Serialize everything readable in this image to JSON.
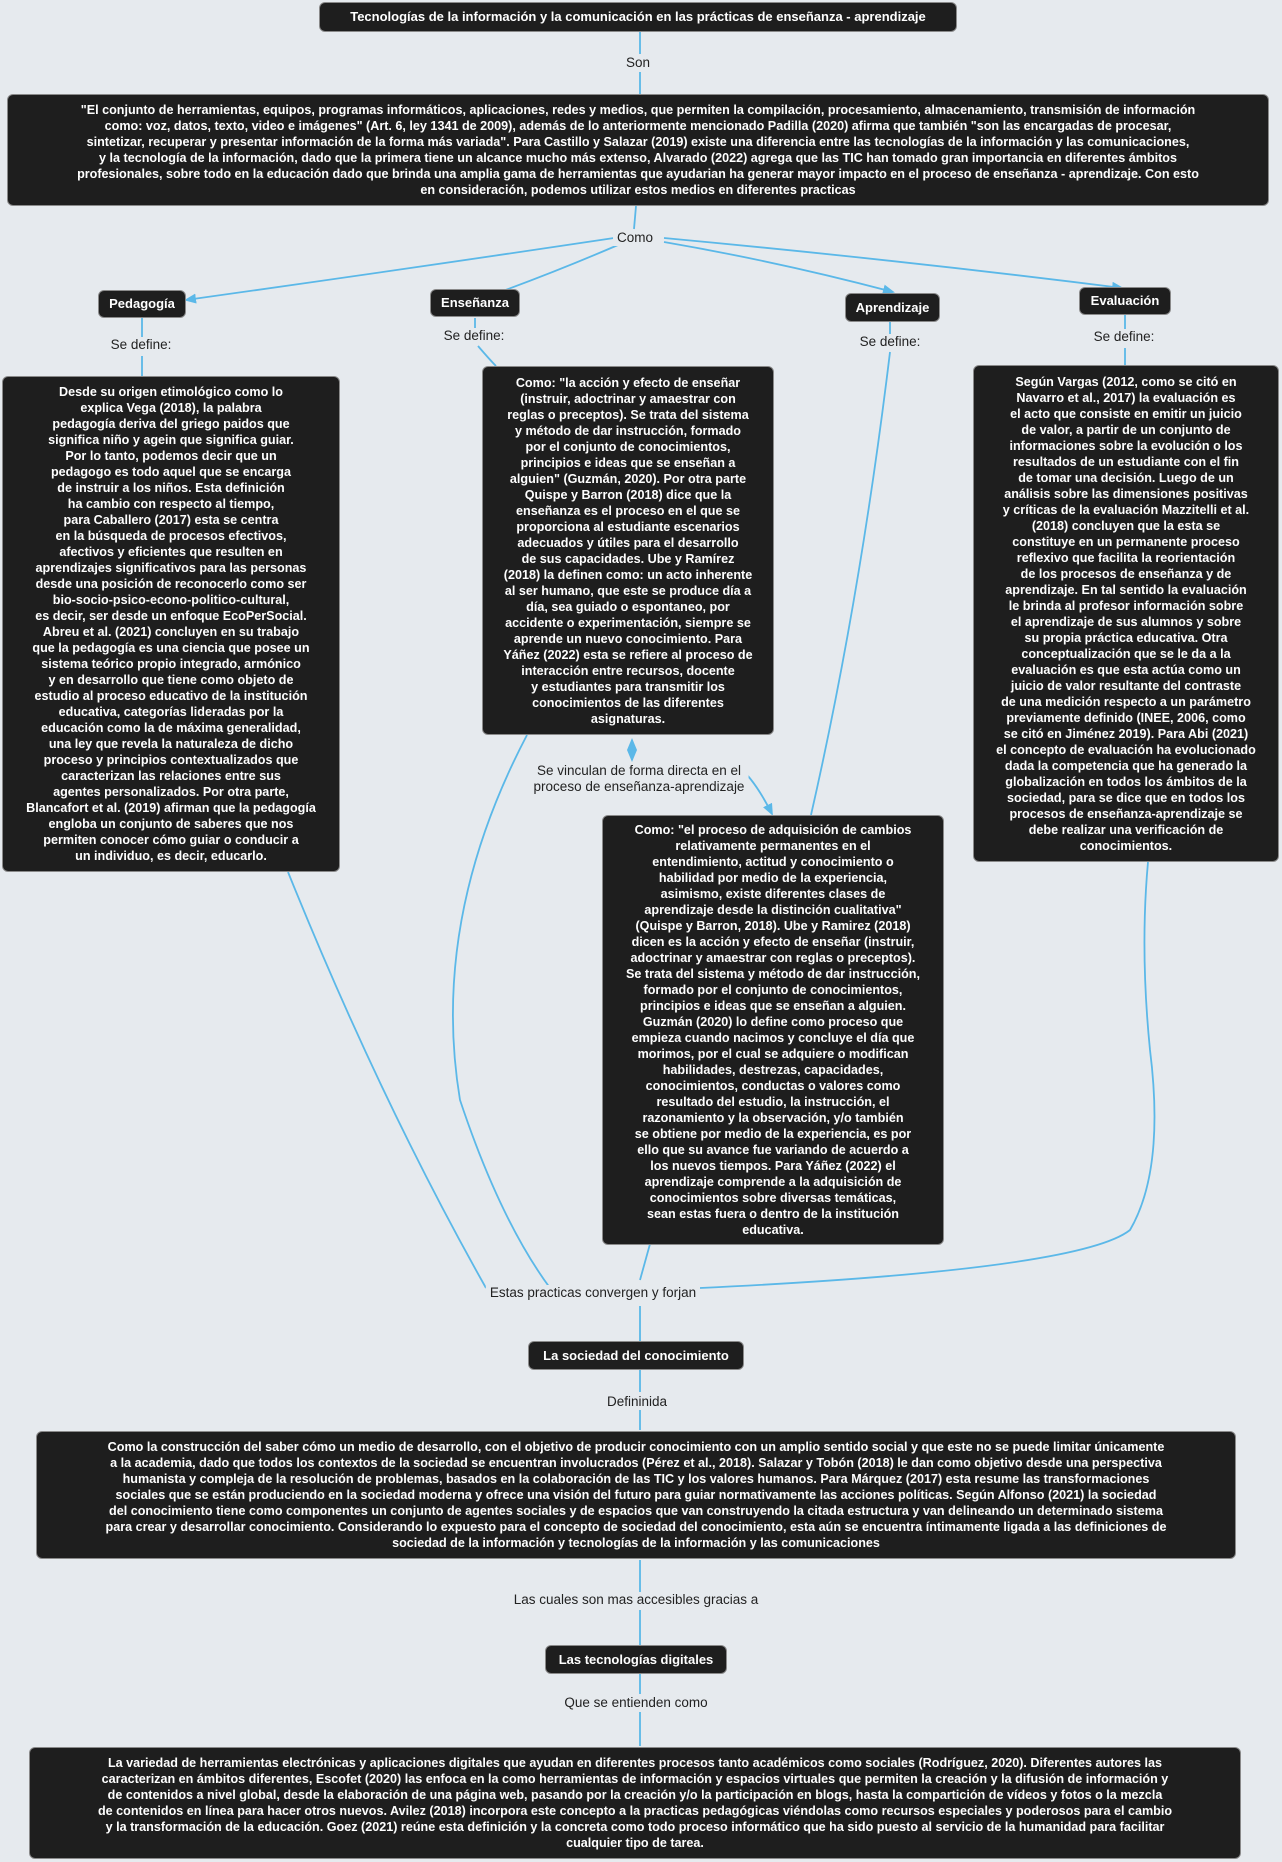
{
  "title": "Tecnologías de la información y la comunicación en las prácticas de enseñanza - aprendizaje",
  "labels": {
    "son": "Son",
    "como": "Como",
    "se_define_1": "Se define:",
    "se_define_2": "Se define:",
    "se_define_3": "Se define:",
    "se_define_4": "Se define:",
    "vinculan": "Se vinculan de forma directa en el\nproceso de enseñanza-aprendizaje",
    "convergen": "Estas practicas convergen y forjan",
    "definida": "Defininida",
    "accesibles": "Las cuales son mas accesibles gracias a",
    "entienden": "Que se entienden como"
  },
  "definition": "\"El conjunto de herramientas, equipos, programas informáticos, aplicaciones, redes y medios, que permiten la compilación, procesamiento, almacenamiento, transmisión de información\ncomo: voz, datos, texto, video e imágenes\" (Art. 6, ley 1341 de 2009), además de lo anteriormente mencionado Padilla (2020) afirma que también \"son las encargadas de procesar,\nsintetizar, recuperar y presentar información de la forma más variada\". Para Castillo y Salazar (2019) existe una diferencia entre las tecnologías de la información y las comunicaciones,\ny la tecnología de la información, dado que la primera tiene un alcance mucho más extenso, Alvarado (2022) agrega que las TIC han tomado gran importancia en diferentes ámbitos\nprofesionales, sobre todo en la educación dado que brinda una amplia gama de herramientas que ayudarian ha generar mayor impacto en el proceso de enseñanza - aprendizaje. Con esto\nen consideración, podemos utilizar estos medios en diferentes practicas",
  "practices": {
    "pedagogia": "Pedagogía",
    "ensenanza": "Enseñanza",
    "aprendizaje": "Aprendizaje",
    "evaluacion": "Evaluación"
  },
  "descriptions": {
    "pedagogia": "Desde su origen etimológico como lo\nexplica Vega (2018), la palabra\npedagogía deriva del griego paidos que\nsignifica niño y agein que significa guiar.\nPor lo tanto, podemos decir que un\npedagogo es todo aquel que se encarga\nde instruir a los niños. Esta definición\nha cambio con respecto al tiempo,\npara Caballero (2017) esta se centra\nen la búsqueda de procesos efectivos,\nafectivos y eficientes que resulten en\naprendizajes significativos para las personas\ndesde una posición de reconocerlo como ser\nbio-socio-psico-econo-politico-cultural,\nes decir, ser desde un enfoque EcoPerSocial.\nAbreu et al. (2021) concluyen en su trabajo\nque la pedagogía es una ciencia que posee un\nsistema teórico propio integrado, armónico\ny en desarrollo que tiene como objeto de\nestudio al proceso educativo de la institución\neducativa, categorías lideradas por la\neducación como la de máxima generalidad,\nuna ley que revela la naturaleza de dicho\nproceso y principios contextualizados que\ncaracterizan las relaciones entre sus\nagentes personalizados. Por otra parte,\nBlancafort et al. (2019) afirman que la pedagogía\nengloba un conjunto de saberes que nos\npermiten conocer cómo guiar o conducir a\nun individuo, es decir, educarlo.",
    "ensenanza": "Como: \"la acción y efecto de enseñar\n(instruir, adoctrinar y amaestrar con\nreglas o preceptos). Se trata del sistema\ny método de dar instrucción, formado\npor el conjunto de conocimientos,\nprincipios e ideas que se enseñan a\nalguien\" (Guzmán, 2020). Por otra parte\nQuispe y Barron (2018) dice que la\nenseñanza es  el proceso en el que se\nproporciona al estudiante escenarios\nadecuados y útiles para el desarrollo\nde sus capacidades. Ube y Ramírez\n(2018) la definen como: un acto inherente\nal ser humano, que este se produce día a\ndía, sea guiado o espontaneo, por\naccidente o experimentación, siempre se\naprende un nuevo conocimiento. Para\nYáñez (2022) esta se refiere al proceso de\ninteracción entre recursos, docente\ny estudiantes para transmitir los\nconocimientos de las diferentes\nasignaturas.",
    "aprendizaje": "Como: \"el proceso de adquisición de cambios\nrelativamente permanentes en el\nentendimiento, actitud y conocimiento o\nhabilidad por medio de la experiencia,\nasimismo, existe diferentes clases de\naprendizaje desde la distinción cualitativa\"\n(Quispe y Barron, 2018). Ube y Ramirez (2018)\ndicen es la acción y efecto de enseñar (instruir,\nadoctrinar y amaestrar con reglas o preceptos).\nSe trata del sistema y método de dar instrucción,\nformado por el conjunto de conocimientos,\nprincipios e ideas que se enseñan a alguien.\nGuzmán (2020) lo define como proceso que\nempieza cuando nacimos y concluye el día que\nmorimos, por el cual se adquiere o modifican\nhabilidades, destrezas, capacidades,\nconocimientos, conductas o valores como\nresultado del estudio, la instrucción, el\nrazonamiento y la observación, y/o también\nse obtiene por medio de la experiencia, es por\nello que su avance fue variando de acuerdo a\nlos nuevos tiempos. Para Yáñez (2022) el\naprendizaje comprende a la adquisición de\nconocimientos sobre diversas temáticas,\nsean estas fuera o dentro de la institución\neducativa.",
    "evaluacion": "Según Vargas (2012, como se citó en\nNavarro et al., 2017) la evaluación es\nel acto que consiste en emitir un juicio\nde valor, a partir de un conjunto de\ninformaciones sobre la evolución o los\nresultados de un estudiante con el fin\nde tomar una decisión. Luego de un\nanálisis sobre las dimensiones positivas\ny críticas de la evaluación Mazzitelli et al.\n(2018) concluyen que la esta se\nconstituye en un permanente proceso\nreflexivo que facilita la reorientación\nde los procesos de enseñanza y de\naprendizaje. En tal sentido la evaluación\nle brinda al profesor información sobre\nel aprendizaje de sus alumnos y sobre\nsu propia práctica educativa. Otra\nconceptualización que se le da a la\nevaluación es que esta actúa como un\njuicio de valor resultante del contraste\nde una medición respecto a un parámetro\npreviamente definido (INEE, 2006, como\nse citó en Jiménez 2019). Para Abi (2021)\nel concepto de evaluación ha evolucionado\ndada la competencia que ha generado la\nglobalización en todos los ámbitos de la\nsociedad, para se dice que en todos los\nprocesos de enseñanza-aprendizaje se\ndebe realizar una verificación de\nconocimientos."
  },
  "sociedad": {
    "title": "La sociedad del conocimiento",
    "text": "Como la construcción del saber cómo un medio de desarrollo, con el objetivo de producir conocimiento con un amplio sentido social y que este no se puede limitar únicamente\na la academia, dado que todos los contextos de la sociedad se encuentran involucrados (Pérez et al., 2018). Salazar y Tobón (2018) le dan como objetivo desde una perspectiva\nhumanista y compleja de la resolución de problemas, basados en la colaboración de las TIC y los valores humanos. Para Márquez (2017) esta resume las transformaciones\nsociales que se están produciendo en la sociedad moderna y ofrece una visión del futuro para guiar normativamente las acciones políticas. Según Alfonso (2021) la sociedad\ndel conocimiento tiene como componentes un conjunto de agentes sociales y de espacios que van construyendo la citada estructura y van delineando un determinado sistema\npara crear y desarrollar conocimiento. Considerando lo expuesto para el concepto de sociedad del conocimiento, esta aún se encuentra íntimamente ligada a las definiciones de\nsociedad de la información y tecnologías de la información y las comunicaciones"
  },
  "digitales": {
    "title": "Las tecnologías digitales",
    "text": "La variedad de herramientas electrónicas y aplicaciones digitales que ayudan en diferentes procesos tanto académicos como sociales (Rodríguez, 2020). Diferentes autores las\ncaracterizan en ámbitos diferentes, Escofet (2020) las enfoca en la como herramientas de información y espacios virtuales que permiten la creación y la difusión de información y\nde contenidos a nivel global, desde la elaboración de una página web, pasando por la creación y/o la participación en blogs, hasta la compartición de vídeos y fotos o la mezcla\nde contenidos en línea para hacer otros nuevos. Avilez (2018) incorpora este concepto a la practicas pedagógicas viéndolas como recursos especiales y poderosos para el cambio\ny la transformación de la educación. Goez (2021) reúne esta definición y la concreta como todo proceso informático que ha sido puesto al servicio de la humanidad para facilitar\ncualquier tipo de tarea."
  },
  "colors": {
    "background": "#e6eaee",
    "node_fill": "#1e1e1e",
    "connector": "#5bb8e8"
  }
}
